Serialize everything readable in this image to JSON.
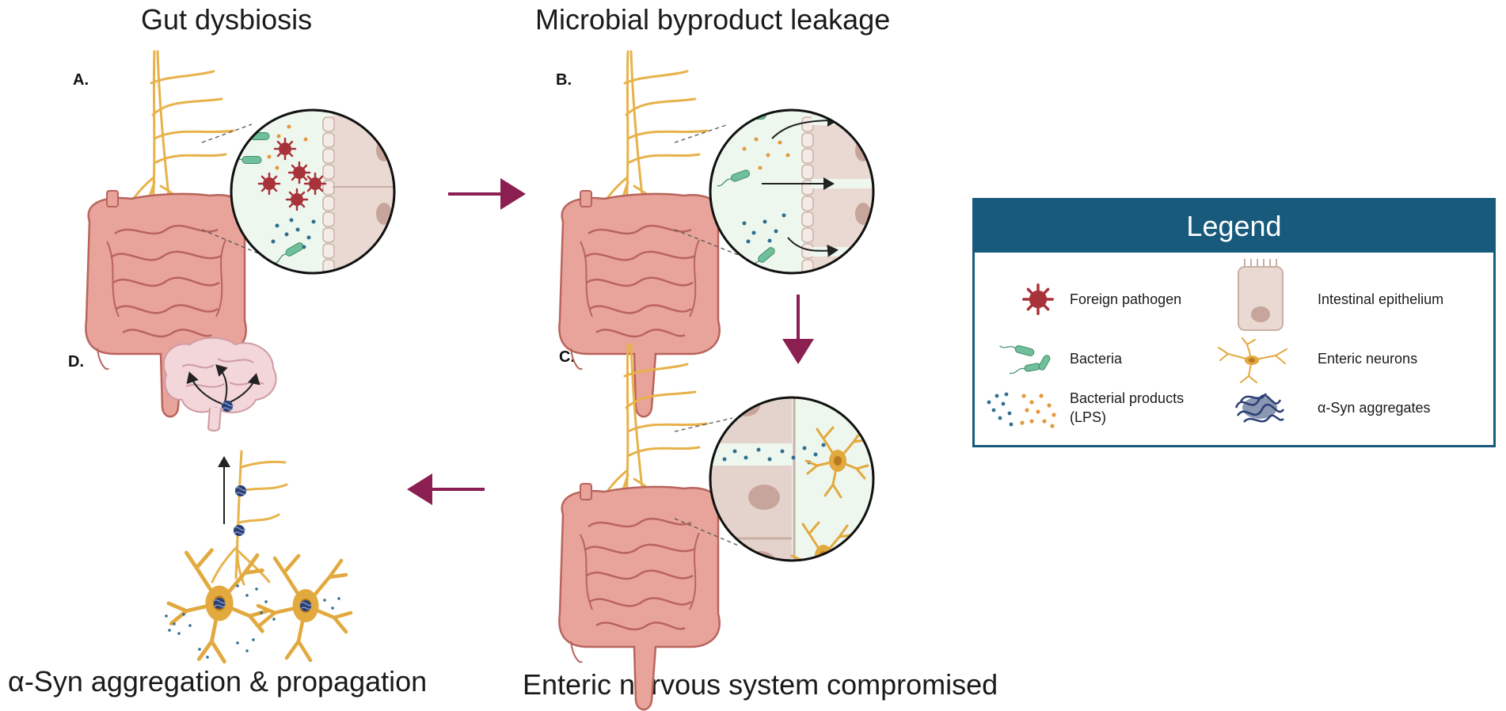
{
  "titles": {
    "a": "Gut dysbiosis",
    "b": "Microbial byproduct leakage",
    "c": "Enteric nervous system compromised",
    "d": "α-Syn aggregation & propagation"
  },
  "panel_labels": {
    "a": "A.",
    "b": "B.",
    "c": "C.",
    "d": "D."
  },
  "legend": {
    "title": "Legend",
    "items": [
      {
        "label": "Foreign pathogen",
        "icon": "pathogen-icon"
      },
      {
        "label": "Intestinal epithelium",
        "icon": "epithelium-icon"
      },
      {
        "label": "Bacteria",
        "icon": "bacteria-icon"
      },
      {
        "label": "Enteric neurons",
        "icon": "neuron-icon"
      },
      {
        "label_line1": "Bacterial products",
        "label_line2": "(LPS)",
        "icon": "lps-dots-icon"
      },
      {
        "label": "α-Syn aggregates",
        "icon": "syn-aggregate-icon"
      }
    ]
  },
  "colors": {
    "arrow": "#8c1f52",
    "legend_header": "#185a7c",
    "intestine": "#e8a49a",
    "nerve": "#e7b24a",
    "pathogen": "#a8323a",
    "bacteria": "#6fbf9a",
    "lps_blue": "#2f6f8f",
    "lps_orange": "#e39a3e",
    "epithelium": "#ead9d2"
  }
}
